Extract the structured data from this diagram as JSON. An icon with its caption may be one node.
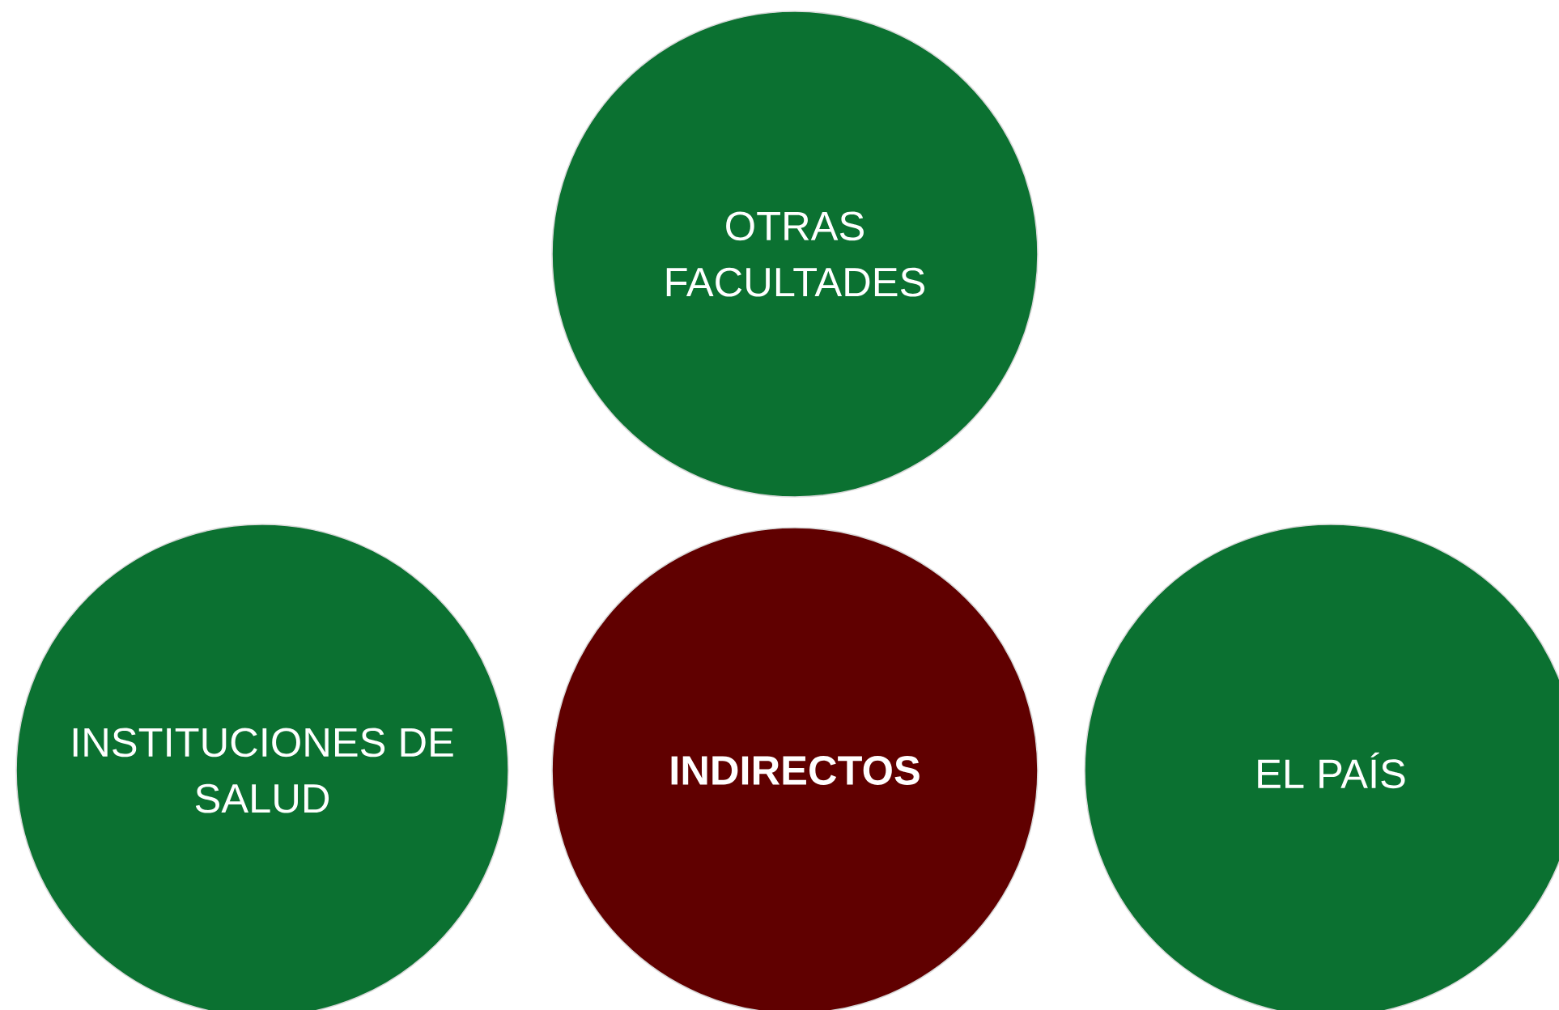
{
  "diagram": {
    "nodes": [
      {
        "text": [
          "OTRAS FACULTADES"
        ]
      },
      {
        "text": [
          "INSTITUCIONES DE SALUD"
        ]
      },
      {
        "text": [
          "INDIRECTOS"
        ]
      },
      {
        "text": [
          "EL PAÍS"
        ]
      }
    ]
  }
}
